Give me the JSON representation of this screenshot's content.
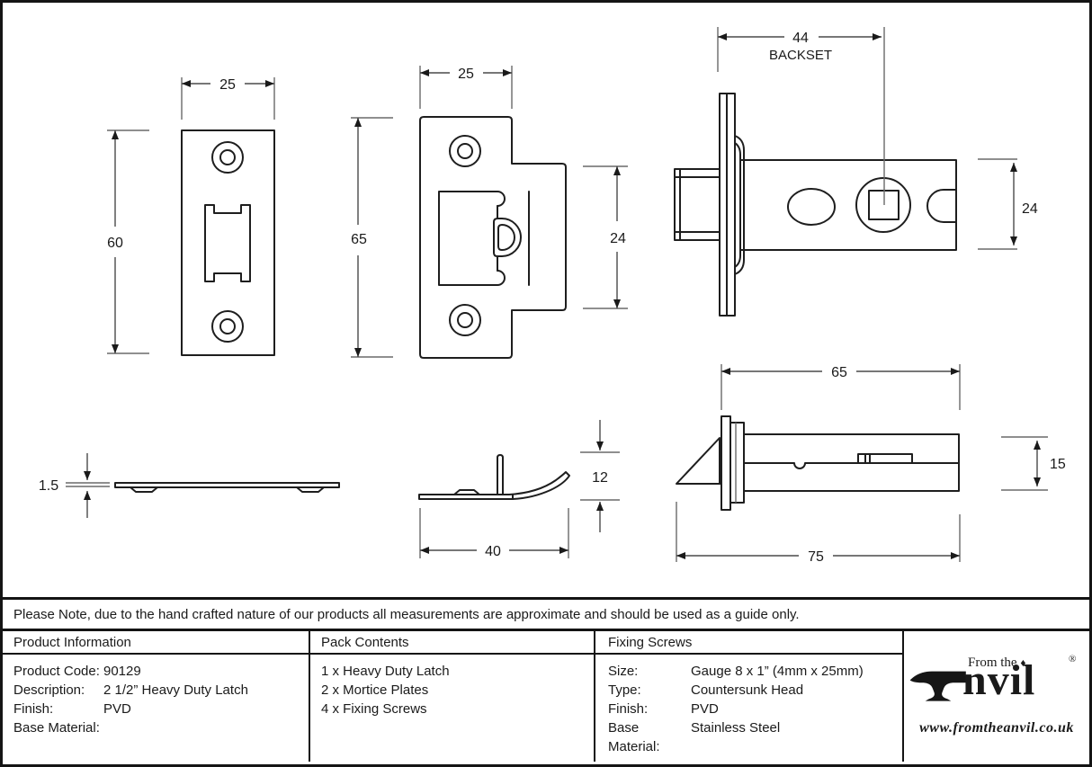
{
  "note": "Please Note, due to the hand crafted nature of our products all measurements are approximate and should be used as a guide only.",
  "product_information": {
    "title": "Product Information",
    "rows": [
      {
        "label": "Product Code:",
        "value": "90129"
      },
      {
        "label": "Description:",
        "value": "2 1/2” Heavy Duty Latch"
      },
      {
        "label": "Finish:",
        "value": "PVD"
      },
      {
        "label": "Base Material:",
        "value": ""
      }
    ]
  },
  "pack_contents": {
    "title": "Pack Contents",
    "items": [
      "1 x Heavy Duty Latch",
      "2 x Mortice Plates",
      "4 x Fixing Screws"
    ]
  },
  "fixing_screws": {
    "title": "Fixing Screws",
    "rows": [
      {
        "label": "Size:",
        "value": "Gauge 8 x 1” (4mm x 25mm)"
      },
      {
        "label": "Type:",
        "value": "Countersunk Head"
      },
      {
        "label": "Finish:",
        "value": "PVD"
      },
      {
        "label": "Base Material:",
        "value": "Stainless Steel"
      }
    ]
  },
  "logo": {
    "from_the": "From the",
    "diamond": "♦",
    "brand_rest": "nvil",
    "registered": "®",
    "url": "www.fromtheanvil.co.uk"
  },
  "drawings": {
    "strike_front": {
      "width": "25",
      "height": "60"
    },
    "mortice_front": {
      "width": "25",
      "height": "65",
      "tab_height": "24"
    },
    "latch_side": {
      "backset_value": "44",
      "backset_label": "BACKSET",
      "height": "24"
    },
    "plate_edge": {
      "thickness": "1.5"
    },
    "mortice_side": {
      "width": "40",
      "lip_height": "12"
    },
    "latch_top": {
      "body_length": "65",
      "total_length": "75",
      "height": "15"
    }
  },
  "colors": {
    "object_line": "#1e1e1e",
    "dimension_line": "#4a4a4a",
    "background": "#ffffff",
    "border": "#141414"
  }
}
